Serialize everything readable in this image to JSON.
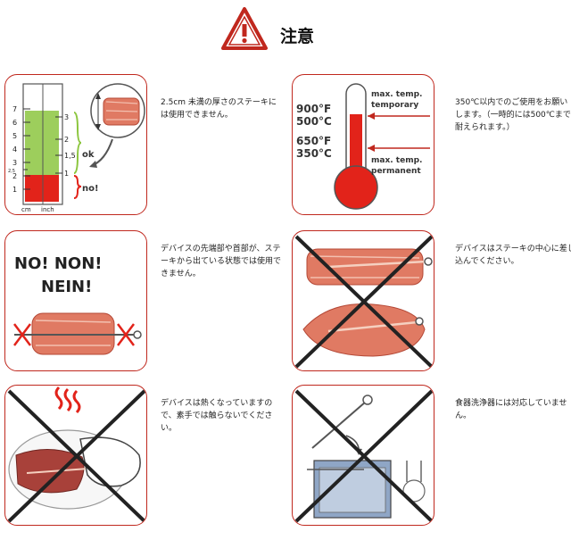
{
  "title": "注意",
  "colors": {
    "frame": "#c0281e",
    "red": "#e2231a",
    "green": "#8cc63f",
    "meat": "#e07a63"
  },
  "panels": {
    "thickness": {
      "notes": "2.5cm 未満の厚さのステーキには使用できません。",
      "cm_ticks": [
        "7",
        "6",
        "5",
        "4",
        "3",
        "2,5",
        "2",
        "1"
      ],
      "inch_ticks": [
        "3",
        "2",
        "1,5",
        "1"
      ],
      "unit_cm": "cm",
      "unit_inch": "inch",
      "ok_label": "ok",
      "no_label": "no!"
    },
    "temperature": {
      "notes": "350℃以内でのご使用をお願いします。（一時的には500℃まで耐えられます。）",
      "temp_temporary_f": "900°F",
      "temp_temporary_c": "500°C",
      "temp_permanent_f": "650°F",
      "temp_permanent_c": "350°C",
      "label_temporary_1": "max. temp.",
      "label_temporary_2": "temporary",
      "label_permanent_1": "max. temp.",
      "label_permanent_2": "permanent"
    },
    "tip": {
      "notes": "デバイスの先端部や首部が、ステーキから出ている状態では使用できません。",
      "no_line1": "NO!  NON!",
      "no_line2": "NEIN!"
    },
    "center": {
      "notes": "デバイスはステーキの中心に差し込んでください。"
    },
    "hot": {
      "notes": "デバイスは熱くなっていますので、素手では触らないでください。"
    },
    "dishwasher": {
      "notes": "食器洗浄器には対応していません。"
    }
  }
}
